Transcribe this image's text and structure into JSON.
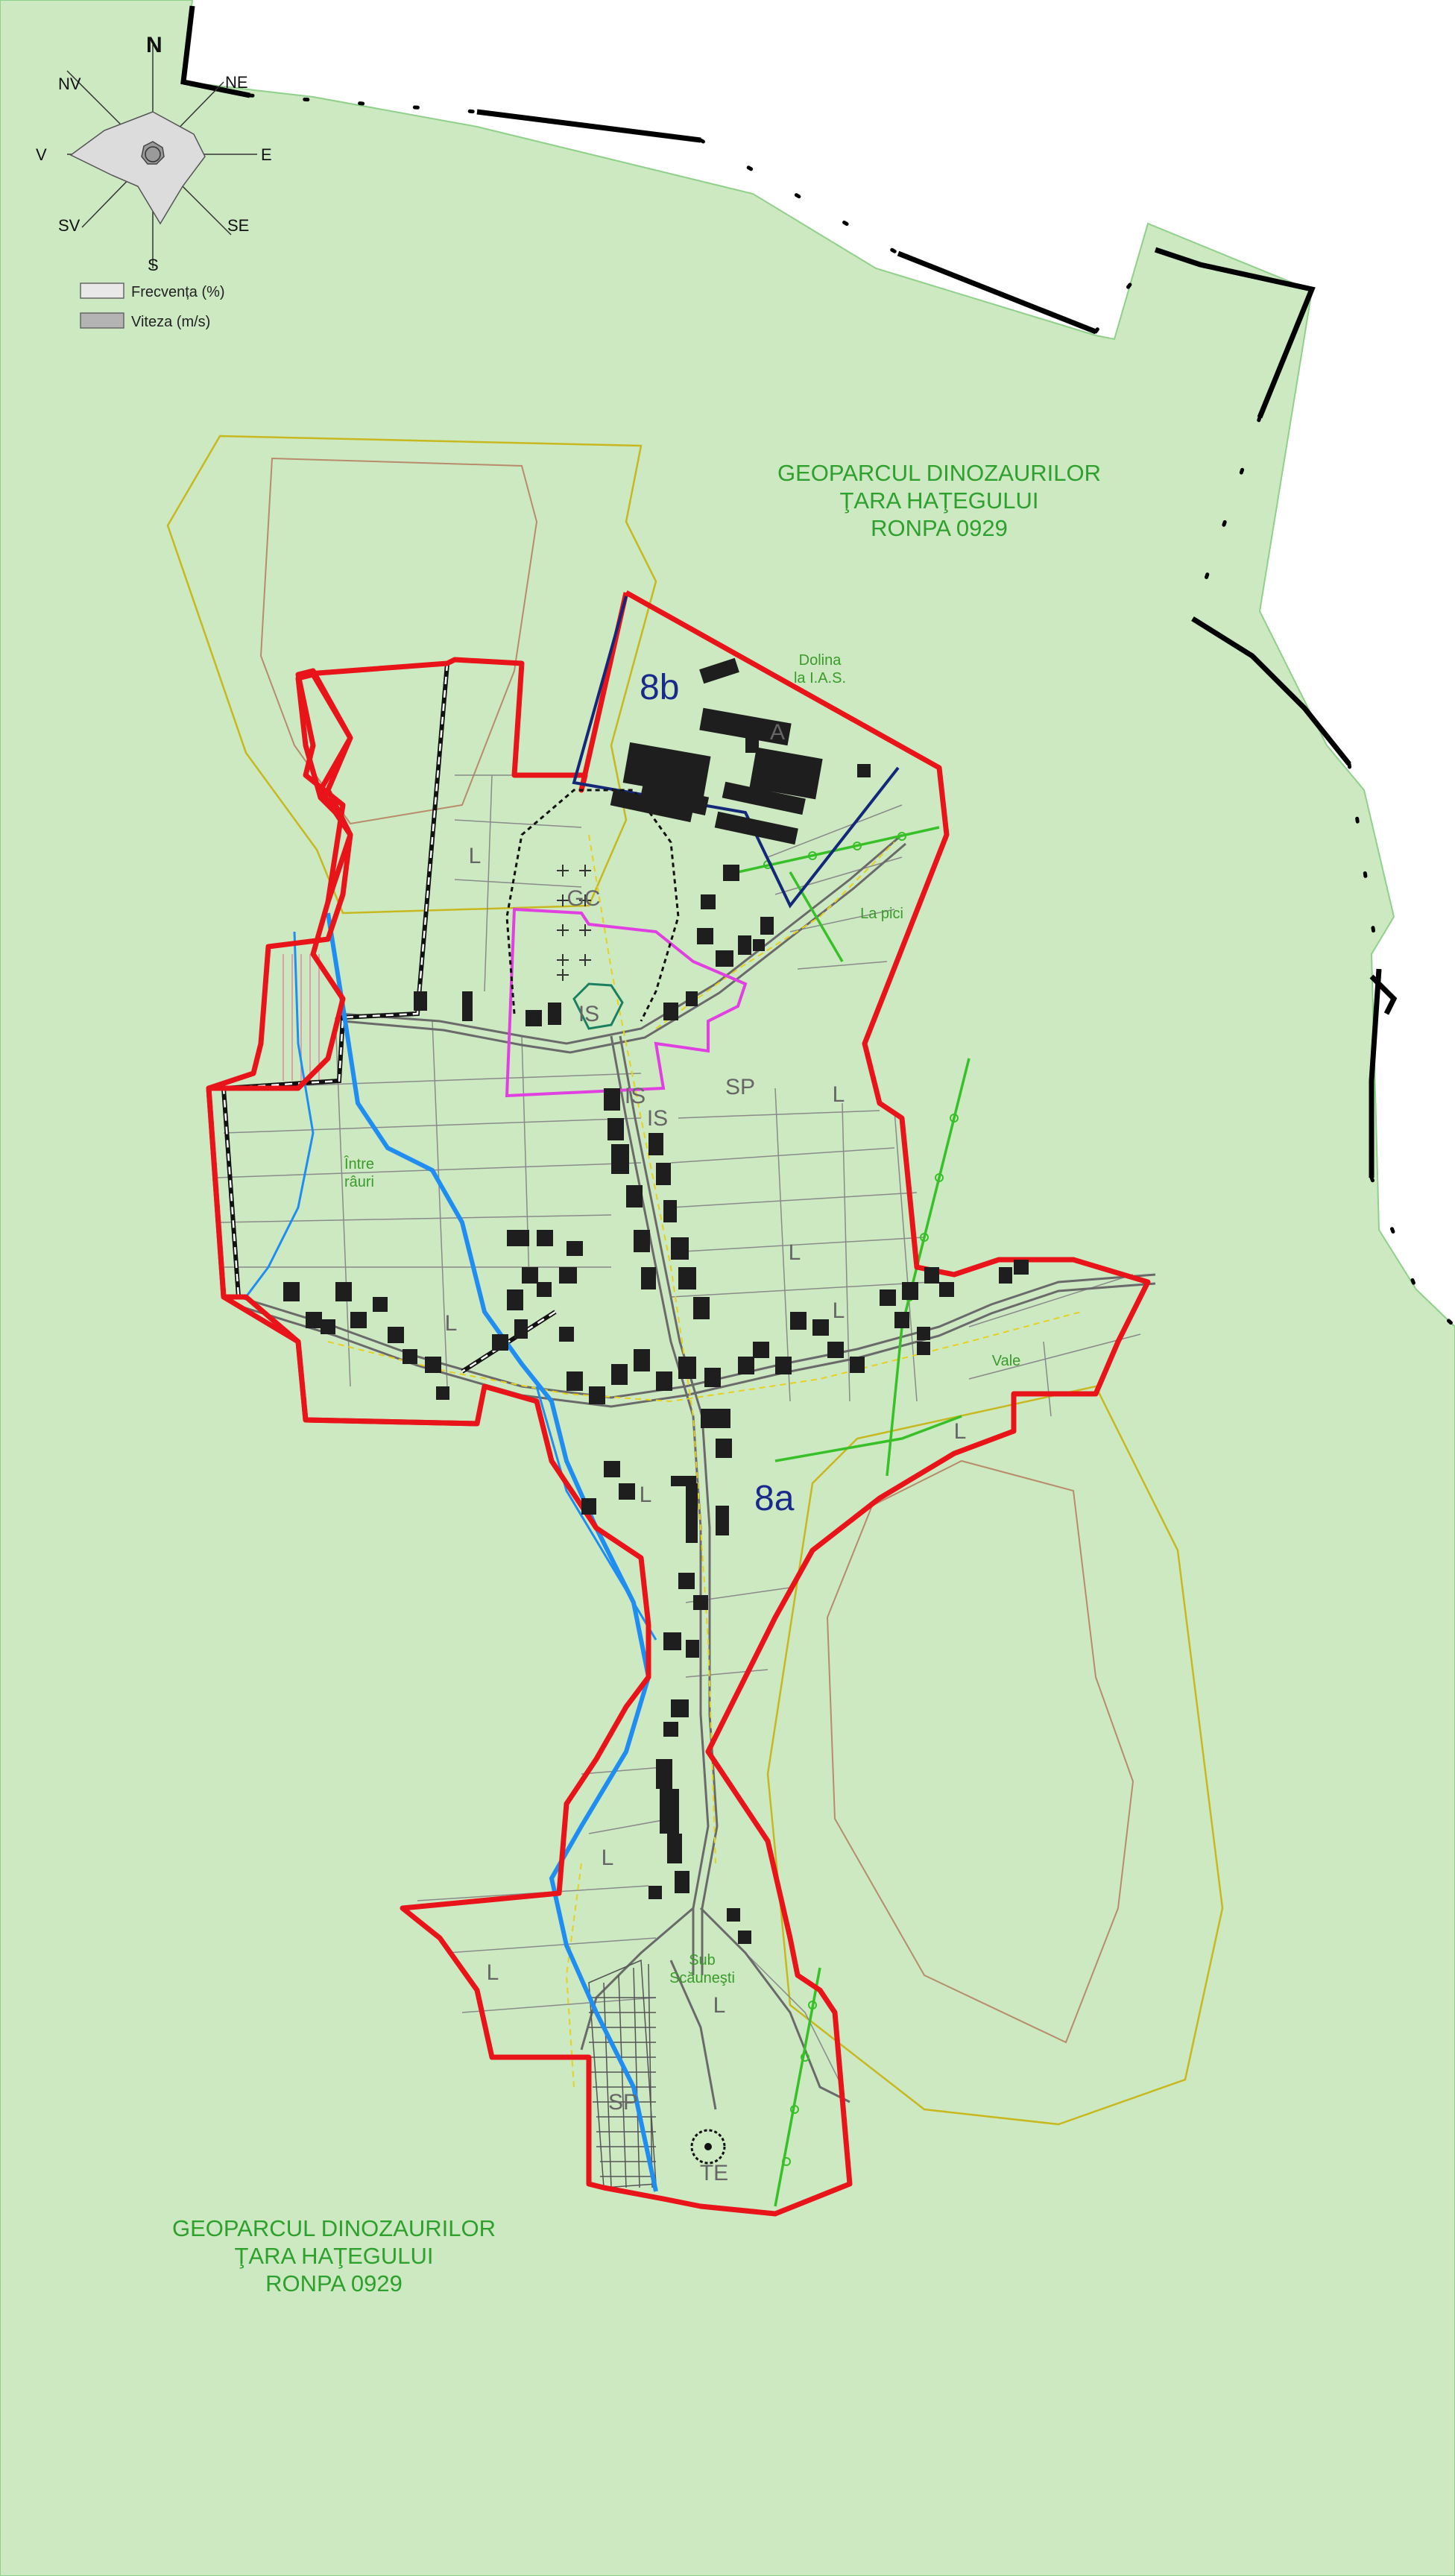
{
  "compass": {
    "n": "N",
    "ne": "NE",
    "e": "E",
    "se": "SE",
    "s": "S",
    "sv": "SV",
    "v": "V",
    "nv": "NV"
  },
  "legend": {
    "frequency": "Frecvența (%)",
    "speed": "Viteza (m/s)"
  },
  "park_label_top": {
    "line1": "GEOPARCUL DINOZAURILOR",
    "line2": "ŢARA HAŢEGULUI",
    "line3": "RONPA 0929"
  },
  "park_label_bottom": {
    "line1": "GEOPARCUL DINOZAURILOR",
    "line2": "ŢARA HAŢEGULUI",
    "line3": "RONPA 0929"
  },
  "places": {
    "dolina_line1": "Dolina",
    "dolina_line2": "la I.A.S.",
    "la_pici": "La pici",
    "intre_line1": "Între",
    "intre_line2": "râuri",
    "vale": "Vale",
    "sub_line1": "Sub",
    "sub_line2": "Scăuneşti"
  },
  "sectors": {
    "s8a": "8a",
    "s8b": "8b"
  },
  "zones": {
    "a": "A",
    "gc": "GC",
    "is1": "IS",
    "is2": "IS",
    "is3": "IS",
    "sp1": "SP",
    "sp2": "SP",
    "te": "TE",
    "l1": "L",
    "l2": "L",
    "l3": "L",
    "l4": "L",
    "l5": "L",
    "l6": "L",
    "l7": "L",
    "l8": "L",
    "l9": "L",
    "l10": "L"
  },
  "colors": {
    "background": "#cde9c2",
    "outside": "#ffffff",
    "boundary": "#e8141a",
    "river": "#1f8ef0",
    "sector_8b": "#14287a",
    "cemetery_zone": "#e040e0",
    "power_line": "#38c028",
    "park_text": "#2ea02e",
    "buildings": "#1e1e1e"
  },
  "icons": {
    "compass": "wind-rose-icon",
    "cemetery": "cemetery-cross-icon"
  }
}
